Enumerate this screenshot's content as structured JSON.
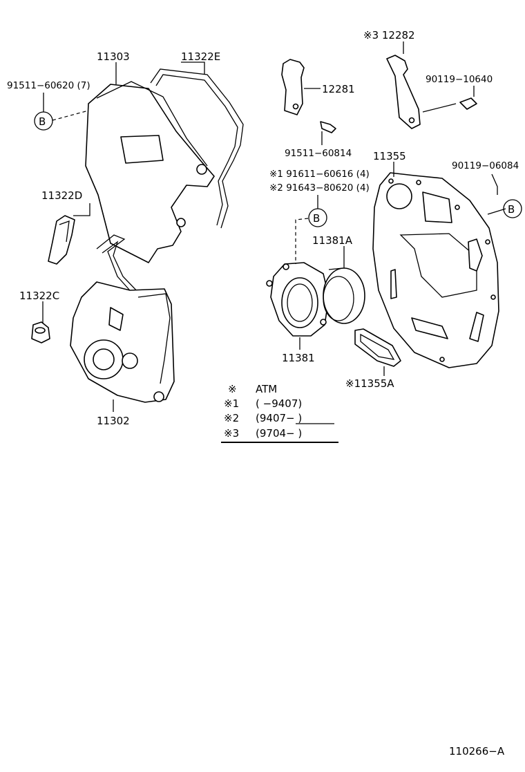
{
  "parts": {
    "p11303": "11303",
    "p11322E": "11322E",
    "p91511_60620": "91511−60620 (7)",
    "p11322D": "11322D",
    "p11322C": "11322C",
    "p11302": "11302",
    "p12281": "12281",
    "p91511_60814": "91511−60814",
    "p12282": "※3 12282",
    "p90119_10640": "90119−10640",
    "p11355": "11355",
    "p90119_06084": "90119−06084",
    "p91611_60616": "※1 91611−60616 (4)",
    "p91643_80620": "※2 91643−80620 (4)",
    "p11381A": "11381A",
    "p11381": "11381",
    "p11355A": "※11355A"
  },
  "callouts": {
    "b_label": "B"
  },
  "legend": [
    {
      "mark": "※",
      "text": "ATM"
    },
    {
      "mark": "※1",
      "text": "(          −9407)"
    },
    {
      "mark": "※2",
      "text": "(9407−          )"
    },
    {
      "mark": "※3",
      "text": "(9704−          )"
    }
  ],
  "diagram_code": "110266−A"
}
